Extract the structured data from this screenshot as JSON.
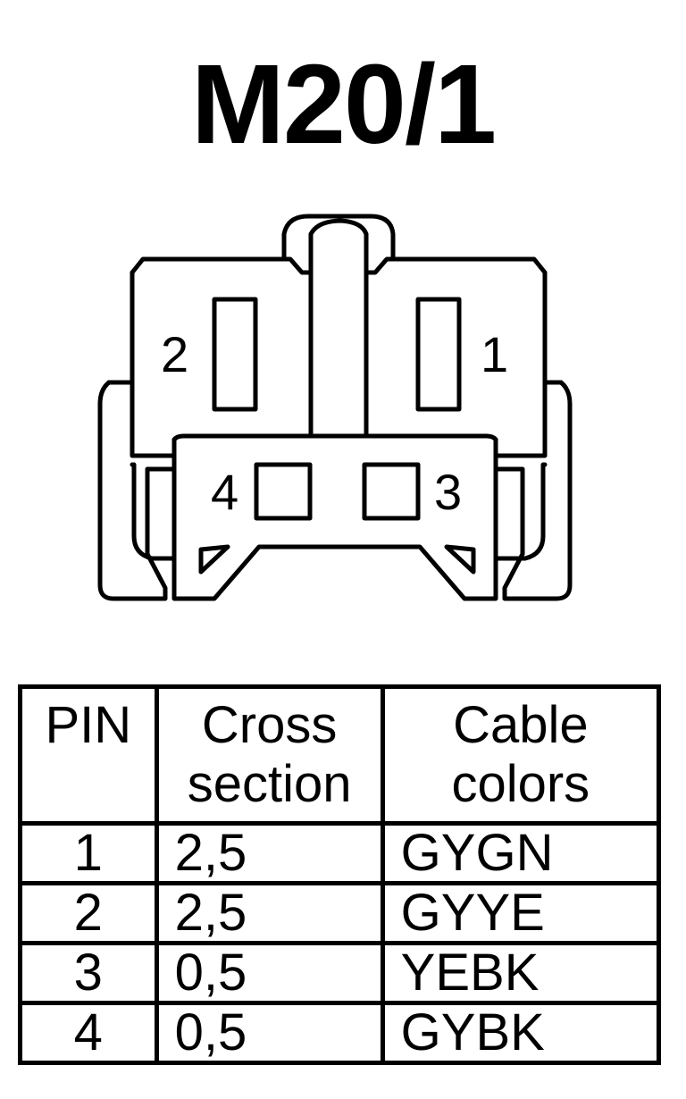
{
  "title": "M20/1",
  "connector": {
    "pin_labels": {
      "pin1": "1",
      "pin2": "2",
      "pin3": "3",
      "pin4": "4"
    }
  },
  "table": {
    "headers": {
      "pin": "PIN",
      "cross_line1": "Cross",
      "cross_line2": "section",
      "colors_line1": "Cable",
      "colors_line2": "colors"
    },
    "rows": [
      {
        "pin": "1",
        "cross": "2,5",
        "color": "GYGN"
      },
      {
        "pin": "2",
        "cross": "2,5",
        "color": "GYYE"
      },
      {
        "pin": "3",
        "cross": "0,5",
        "color": "YEBK"
      },
      {
        "pin": "4",
        "cross": "0,5",
        "color": "GYBK"
      }
    ]
  }
}
